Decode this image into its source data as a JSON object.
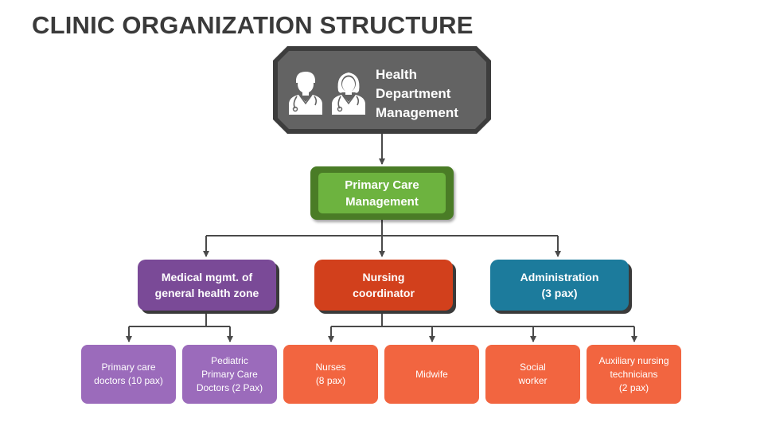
{
  "title": "CLINIC ORGANIZATION STRUCTURE",
  "root": {
    "label": "Health\nDepartment\nManagement",
    "icons": [
      "male-doctor-icon",
      "female-doctor-icon"
    ]
  },
  "primary": {
    "label": "Primary Care\nManagement"
  },
  "departments": [
    {
      "label": "Medical mgmt. of\ngeneral health zone",
      "color": "#7a4a97"
    },
    {
      "label": "Nursing\ncoordinator",
      "color": "#d2401c"
    },
    {
      "label": "Administration\n(3 pax)",
      "color": "#1c7b9c"
    }
  ],
  "units": [
    {
      "label": "Primary care\ndoctors (10 pax)",
      "parent": "Medical mgmt. of general health zone"
    },
    {
      "label": "Pediatric\nPrimary Care\nDoctors (2 Pax)",
      "parent": "Medical mgmt. of general health zone"
    },
    {
      "label": "Nurses\n(8 pax)",
      "parent": "Nursing coordinator"
    },
    {
      "label": "Midwife",
      "parent": "Nursing coordinator"
    },
    {
      "label": "Social\nworker",
      "parent": "Nursing coordinator"
    },
    {
      "label": "Auxiliary nursing\ntechnicians\n(2 pax)",
      "parent": "Nursing coordinator"
    }
  ]
}
